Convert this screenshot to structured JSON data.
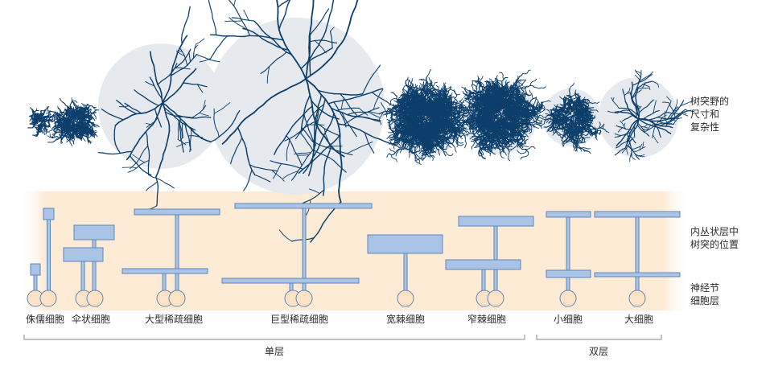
{
  "side_labels": {
    "field": [
      "树突野的",
      "尺寸和",
      "复杂性"
    ],
    "position": [
      "内丛状层中",
      "树突的位置"
    ],
    "ganglion": [
      "神经节",
      "细胞层"
    ]
  },
  "cells": [
    {
      "id": "dwarf",
      "label": "侏儒细胞"
    },
    {
      "id": "parasol",
      "label": "伞状细胞"
    },
    {
      "id": "large-sparse",
      "label": "大型稀疏细胞"
    },
    {
      "id": "giant-sparse",
      "label": "巨型稀疏细胞"
    },
    {
      "id": "broad-thorny",
      "label": "宽棘细胞"
    },
    {
      "id": "narrow-thorny",
      "label": "窄棘细胞"
    },
    {
      "id": "small",
      "label": "小细胞"
    },
    {
      "id": "large",
      "label": "大细胞"
    }
  ],
  "groups": {
    "monostratified": "单层",
    "bistratified": "双层"
  },
  "colors": {
    "dendrite": "#0d3f6b",
    "field_circle": "#e6e9ee",
    "layer_band": "#fdebd6",
    "stratum_fill": "#a9c4e6",
    "stratum_stroke": "#5f86b8",
    "soma_fill": "#fde3c6",
    "soma_stroke": "#5f86b8"
  }
}
